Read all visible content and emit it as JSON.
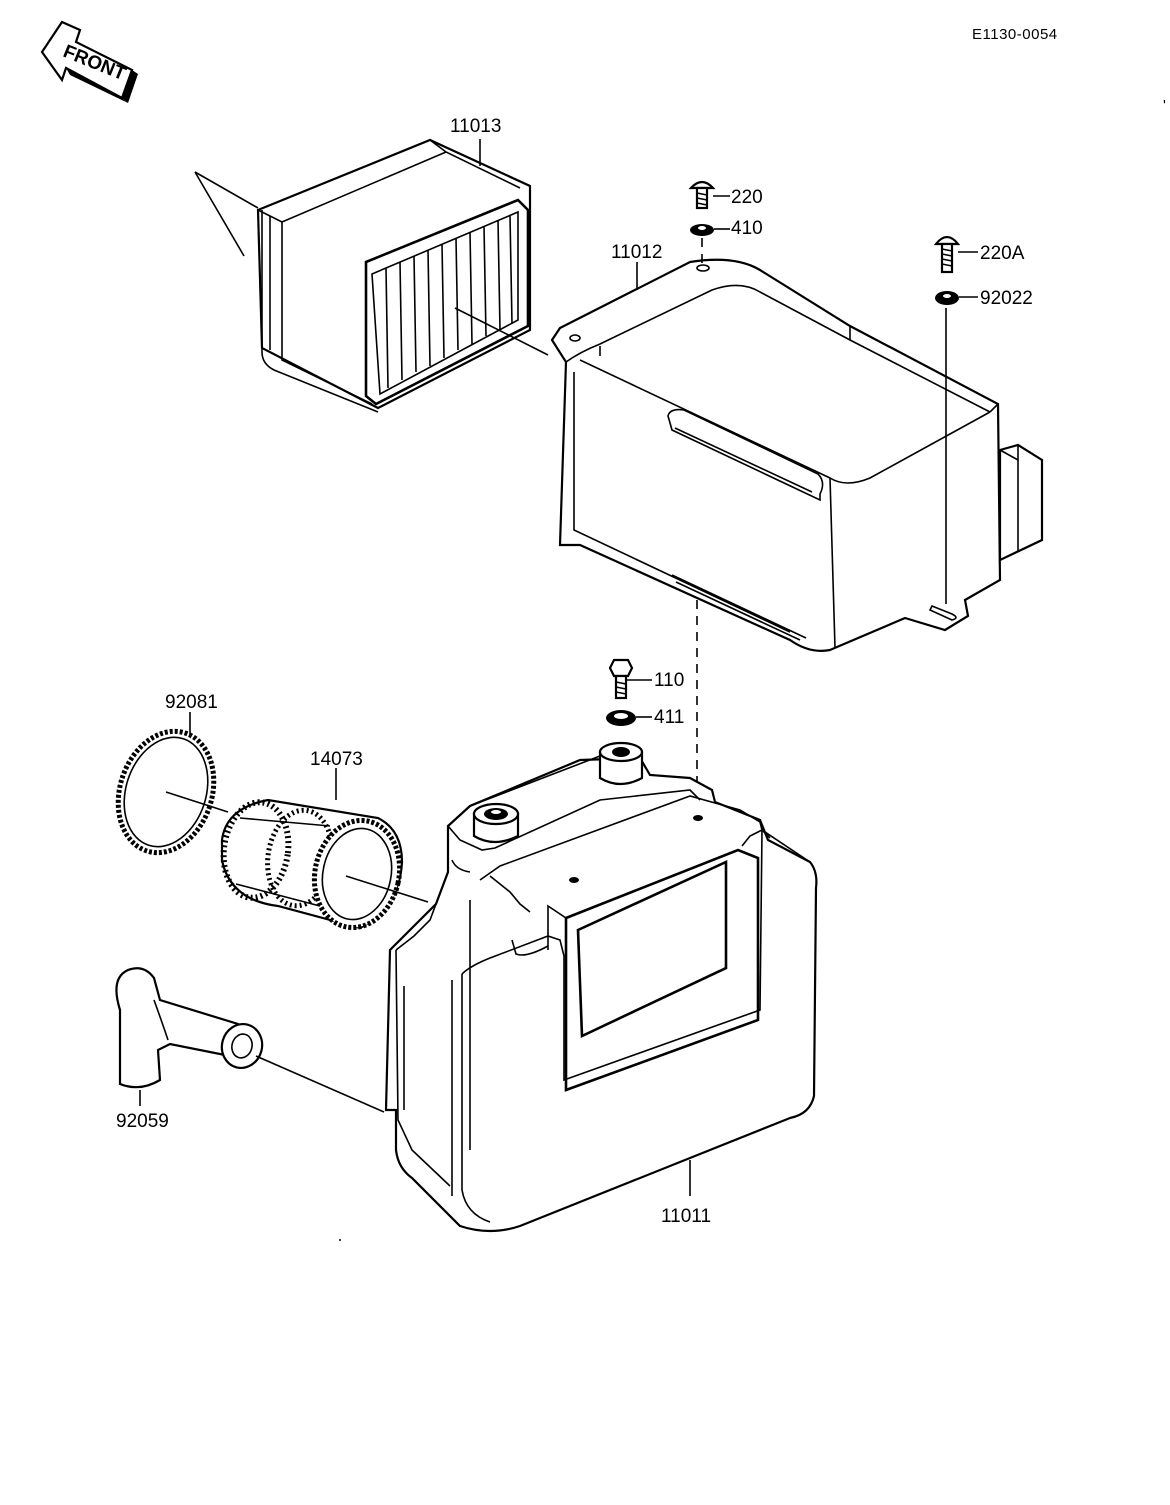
{
  "diagram_code": "E1130-0054",
  "front_label": "FRONT",
  "labels": {
    "p11013": "11013",
    "p220": "220",
    "p410": "410",
    "p11012": "11012",
    "p220A": "220A",
    "p92022": "92022",
    "p110": "110",
    "p411": "411",
    "p92081": "92081",
    "p14073": "14073",
    "p92059": "92059",
    "p11011": "11011"
  }
}
